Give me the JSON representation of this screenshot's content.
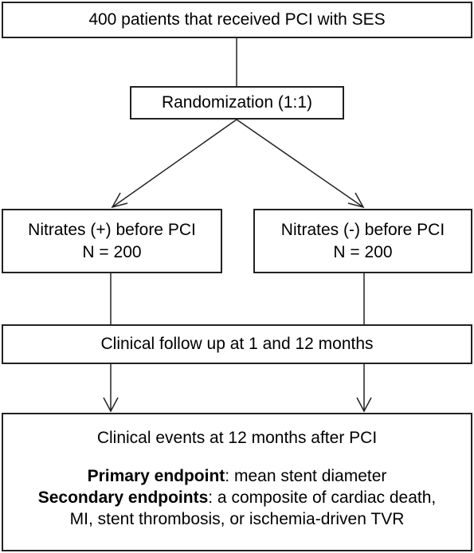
{
  "enrollment": {
    "text": "400 patients that received PCI with SES"
  },
  "randomization": {
    "text": "Randomization (1:1)"
  },
  "arm_nitrates_plus": {
    "title": "Nitrates (+) before PCI",
    "n": "N = 200"
  },
  "arm_nitrates_minus": {
    "title": "Nitrates (-) before PCI",
    "n": "N = 200"
  },
  "follow_up": {
    "text": "Clinical follow up at 1 and 12 months"
  },
  "outcomes": {
    "heading": "Clinical events at 12 months after PCI",
    "primary_label": "Primary endpoint",
    "primary_text": ": mean stent diameter",
    "secondary_label": "Secondary endpoints",
    "secondary_text_1": ": a composite of cardiac death,",
    "secondary_text_2": "MI, stent thrombosis, or ischemia-driven TVR"
  }
}
